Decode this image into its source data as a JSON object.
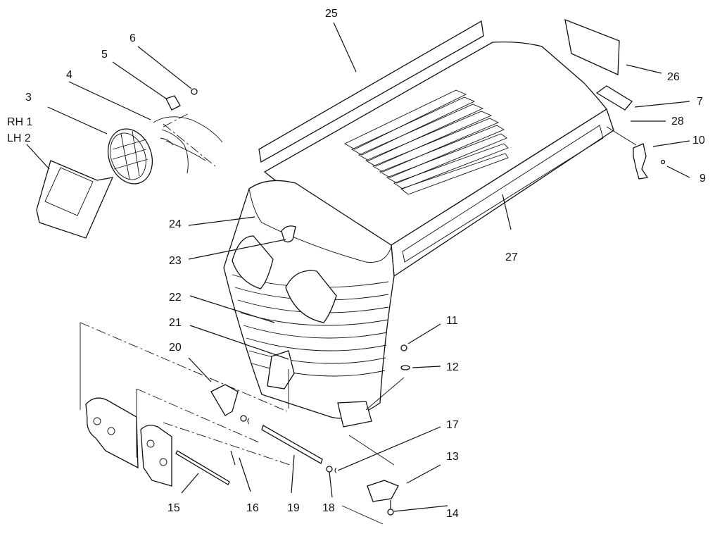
{
  "callouts": {
    "c1": "RH 1",
    "c2": "LH 2",
    "c3": "3",
    "c4": "4",
    "c5": "5",
    "c6": "6",
    "c7": "7",
    "c9": "9",
    "c10": "10",
    "c11": "11",
    "c12": "12",
    "c13": "13",
    "c14": "14",
    "c15": "15",
    "c16": "16",
    "c17": "17",
    "c18": "18",
    "c19": "19",
    "c20": "20",
    "c21": "21",
    "c22": "22",
    "c23": "23",
    "c24": "24",
    "c25": "25",
    "c26": "26",
    "c27": "27",
    "c28": "28"
  }
}
